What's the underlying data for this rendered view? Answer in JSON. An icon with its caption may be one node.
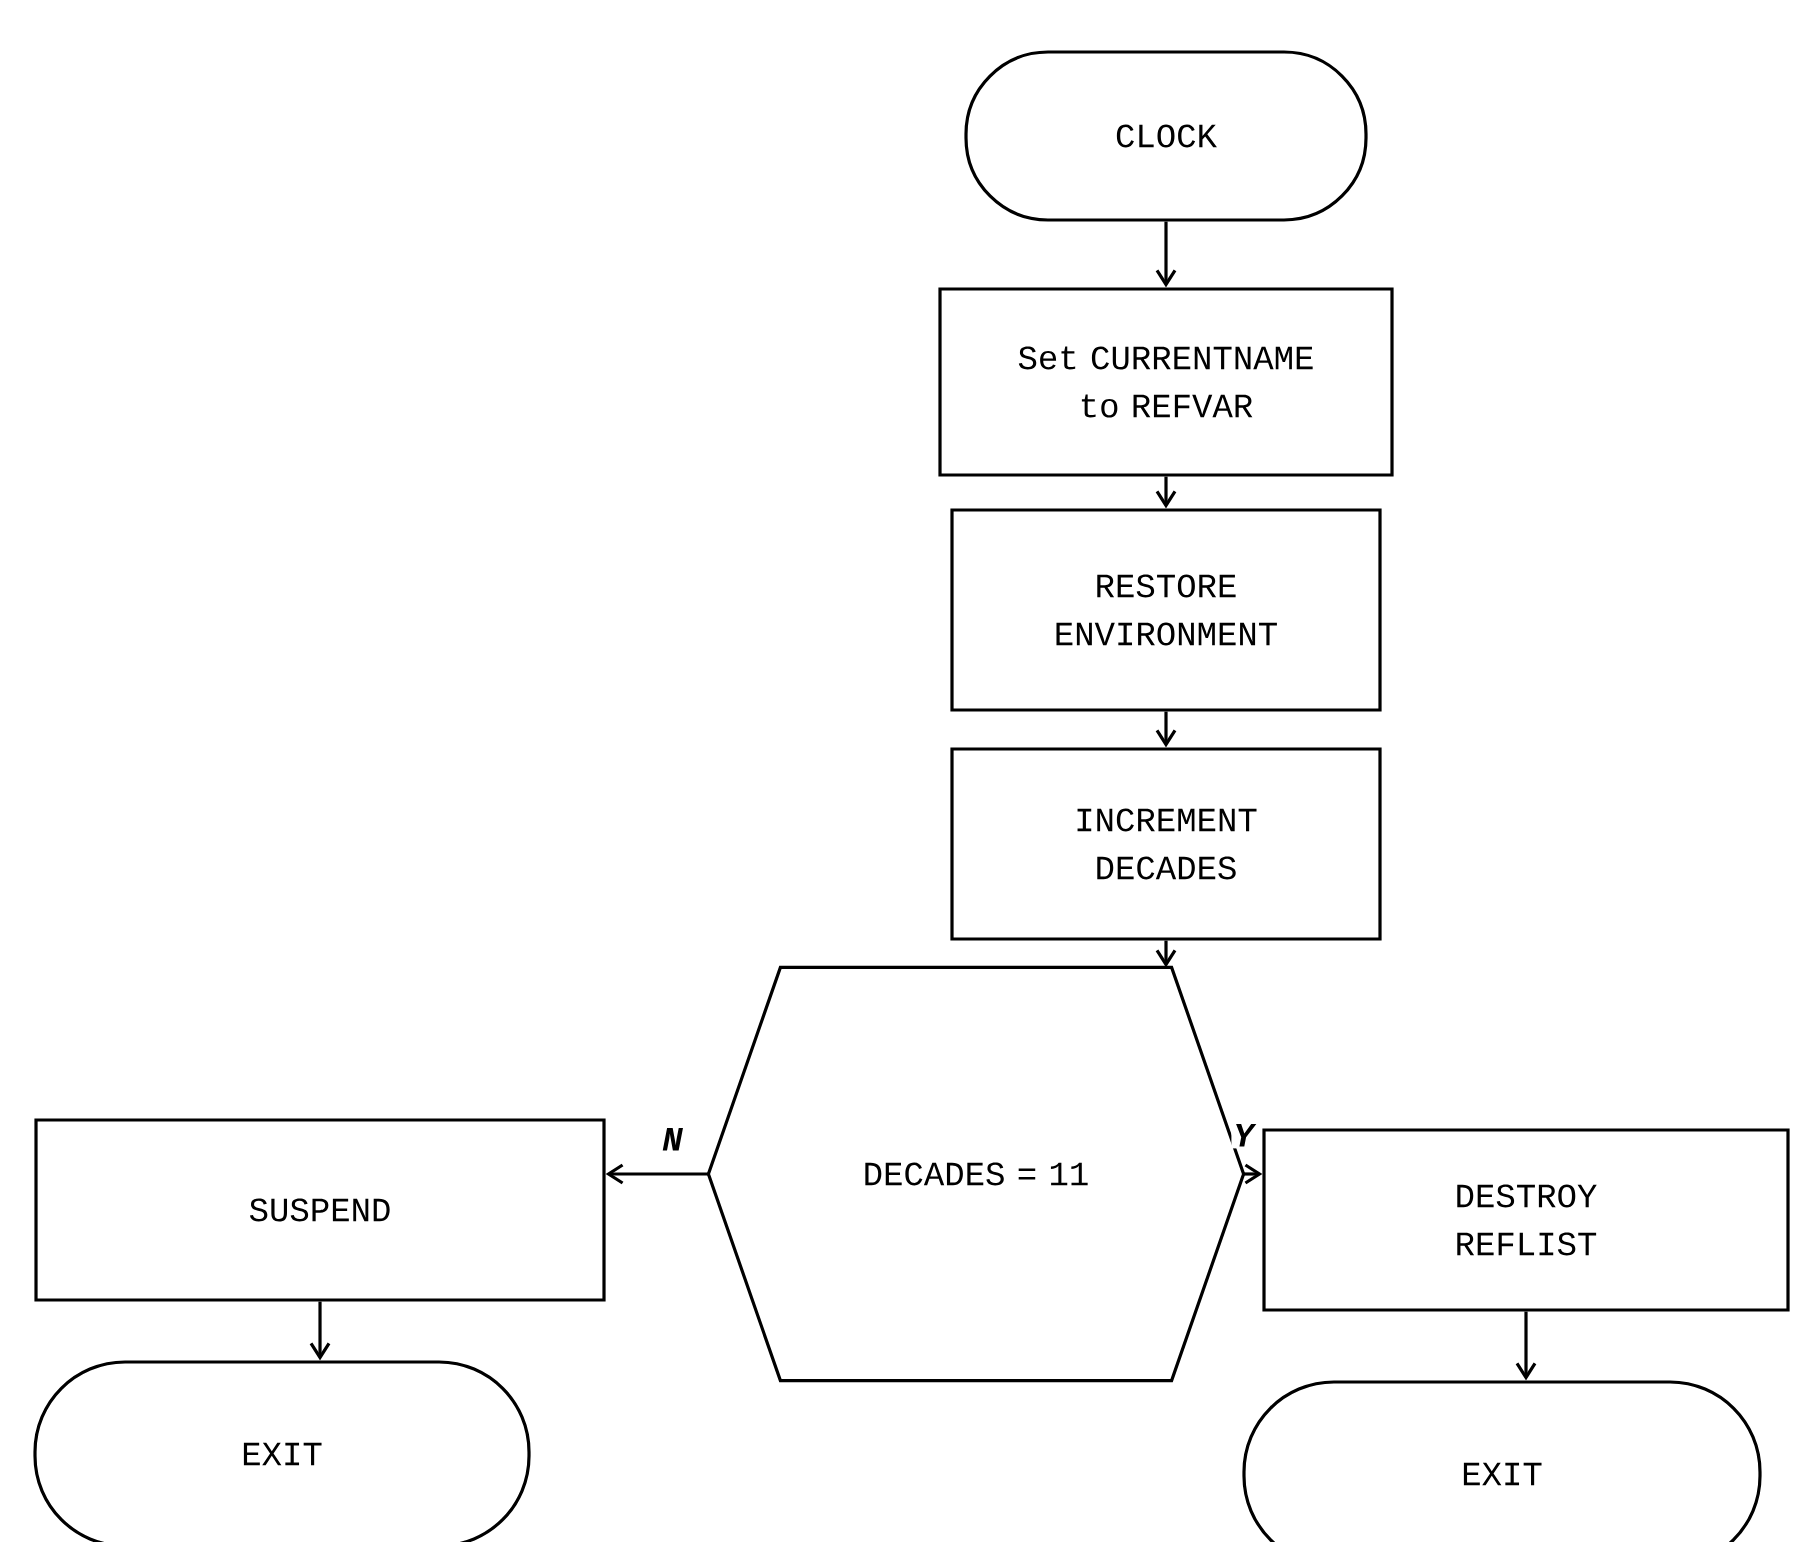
{
  "diagram": {
    "nodes": [
      {
        "text": [
          "CLOCK"
        ]
      },
      {
        "text": [
          "Set CURRENTNAME to REFVAR"
        ]
      },
      {
        "text": [
          "RESTORE ENVIRONMENT"
        ]
      },
      {
        "text": [
          "INCREMENT DECADES"
        ]
      },
      {
        "text": [
          "DECADES = 11"
        ]
      },
      {
        "text": [
          "SUSPEND"
        ]
      },
      {
        "text": [
          "EXIT"
        ]
      },
      {
        "text": [
          "DESTROY REFLIST"
        ]
      },
      {
        "text": [
          "EXIT"
        ]
      }
    ],
    "edges": [
      {
        "from": 0,
        "to": 1,
        "arrow": "to"
      },
      {
        "from": 1,
        "to": 2,
        "arrow": "to"
      },
      {
        "from": 2,
        "to": 3,
        "arrow": "to"
      },
      {
        "from": 3,
        "to": 4,
        "arrow": "to"
      },
      {
        "from": 4,
        "to": 5,
        "arrow": "to",
        "label": "N"
      },
      {
        "from": 4,
        "to": 7,
        "arrow": "to",
        "label": "Y"
      },
      {
        "from": 5,
        "to": 6,
        "arrow": "to"
      },
      {
        "from": 7,
        "to": 8,
        "arrow": "to"
      }
    ]
  }
}
